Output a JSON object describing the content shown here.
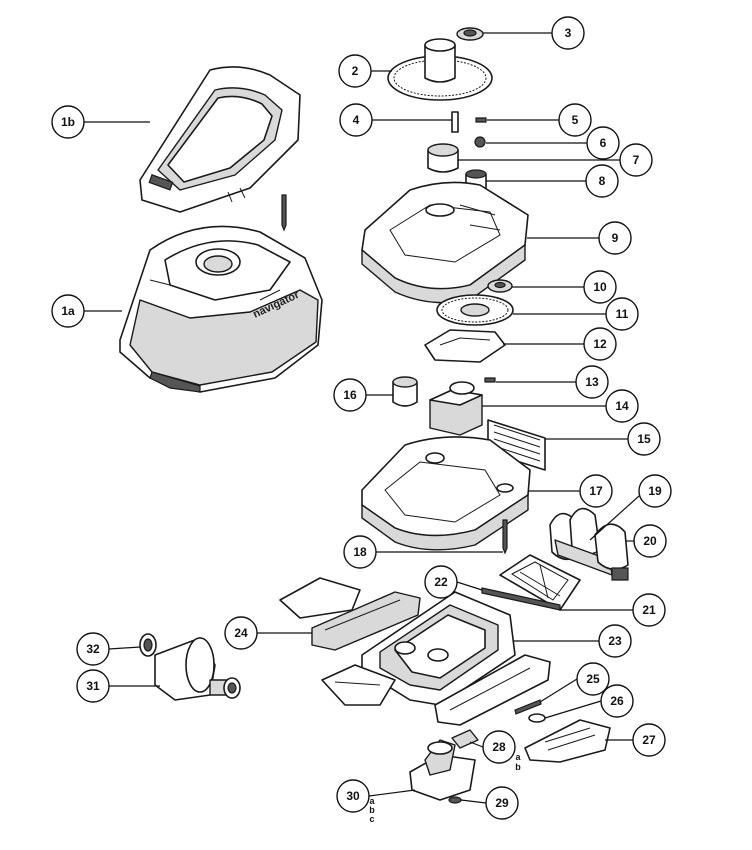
{
  "callouts": [
    {
      "id": "c1b",
      "label": "1b"
    },
    {
      "id": "c1a",
      "label": "1a"
    },
    {
      "id": "c2",
      "label": "2"
    },
    {
      "id": "c3",
      "label": "3"
    },
    {
      "id": "c4",
      "label": "4"
    },
    {
      "id": "c5",
      "label": "5"
    },
    {
      "id": "c6",
      "label": "6"
    },
    {
      "id": "c7",
      "label": "7"
    },
    {
      "id": "c8",
      "label": "8"
    },
    {
      "id": "c9",
      "label": "9"
    },
    {
      "id": "c10",
      "label": "10"
    },
    {
      "id": "c11",
      "label": "11"
    },
    {
      "id": "c12",
      "label": "12"
    },
    {
      "id": "c13",
      "label": "13"
    },
    {
      "id": "c14",
      "label": "14"
    },
    {
      "id": "c15",
      "label": "15"
    },
    {
      "id": "c16",
      "label": "16"
    },
    {
      "id": "c17",
      "label": "17"
    },
    {
      "id": "c18",
      "label": "18"
    },
    {
      "id": "c19",
      "label": "19"
    },
    {
      "id": "c20",
      "label": "20"
    },
    {
      "id": "c21",
      "label": "21"
    },
    {
      "id": "c22",
      "label": "22"
    },
    {
      "id": "c23",
      "label": "23"
    },
    {
      "id": "c24",
      "label": "24"
    },
    {
      "id": "c25",
      "label": "25"
    },
    {
      "id": "c26",
      "label": "26"
    },
    {
      "id": "c27",
      "label": "27"
    },
    {
      "id": "c28",
      "label": "28"
    },
    {
      "id": "c29",
      "label": "29"
    },
    {
      "id": "c30",
      "label": "30"
    },
    {
      "id": "c31",
      "label": "31"
    },
    {
      "id": "c32",
      "label": "32"
    }
  ],
  "sub_labels": {
    "p28_a": "a",
    "p28_b": "b",
    "p30_a": "a",
    "p30_b": "b",
    "p30_c": "c"
  },
  "brand_mark": "navigator"
}
